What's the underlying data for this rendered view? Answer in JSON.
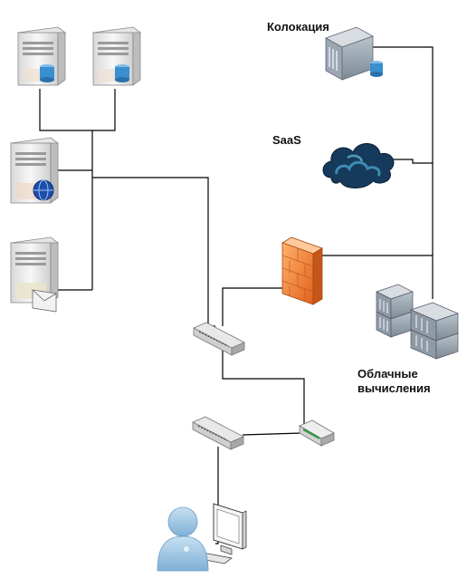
{
  "labels": {
    "colocation": "Колокация",
    "saas": "SaaS",
    "cloud_line1": "Облачные",
    "cloud_line2": "вычисления"
  },
  "colors": {
    "line": "#000000",
    "server_body": "#efefef",
    "disk_blue": "#2f7fc1",
    "firewall": "#f07a2a",
    "cloud_dark": "#163a5c",
    "user": "#9cc3e0"
  },
  "icons": [
    "server-database-icon",
    "server-database-icon",
    "web-server-icon",
    "mail-server-icon",
    "switch-icon",
    "switch-icon",
    "router-icon",
    "firewall-icon",
    "colocation-server-icon",
    "saas-cloud-icon",
    "cloud-computing-cluster-icon",
    "user-workstation-icon"
  ]
}
